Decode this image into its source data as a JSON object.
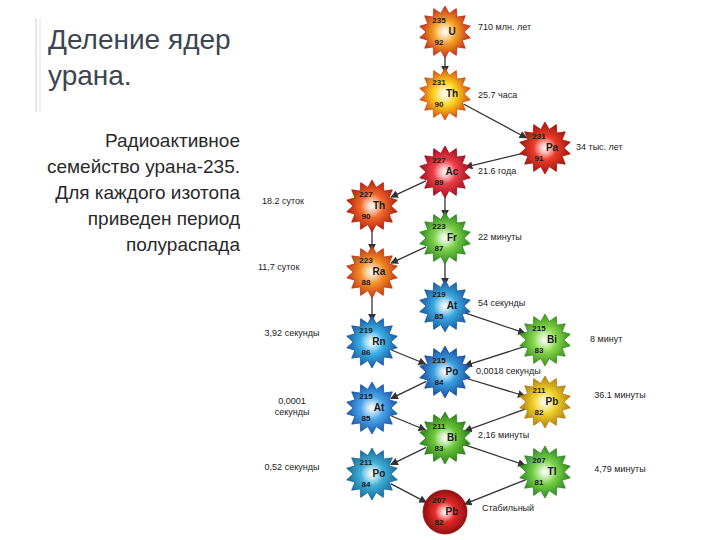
{
  "diagram": {
    "title": "Деление ядер урана.",
    "caption": "Радиоактивное семейство урана-235. Для каждого изотопа приведен период полураспада",
    "nodes": [
      {
        "text": [
          "235",
          "U",
          "92"
        ]
      },
      {
        "text": [
          "231",
          "Th",
          "90"
        ]
      },
      {
        "text": [
          "231",
          "Pa",
          "91"
        ]
      },
      {
        "text": [
          "227",
          "Ac",
          "89"
        ]
      },
      {
        "text": [
          "227",
          "Th",
          "90"
        ]
      },
      {
        "text": [
          "223",
          "Fr",
          "87"
        ]
      },
      {
        "text": [
          "223",
          "Ra",
          "88"
        ]
      },
      {
        "text": [
          "219",
          "At",
          "85"
        ]
      },
      {
        "text": [
          "219",
          "Rn",
          "86"
        ]
      },
      {
        "text": [
          "215",
          "Bi",
          "83"
        ]
      },
      {
        "text": [
          "215",
          "Po",
          "84"
        ]
      },
      {
        "text": [
          "215",
          "At",
          "85"
        ]
      },
      {
        "text": [
          "211",
          "Pb",
          "82"
        ]
      },
      {
        "text": [
          "211",
          "Bi",
          "83"
        ]
      },
      {
        "text": [
          "211",
          "Po",
          "84"
        ]
      },
      {
        "text": [
          "207",
          "Tl",
          "81"
        ]
      },
      {
        "text": [
          "207",
          "Pb",
          "82"
        ]
      }
    ],
    "edges": [
      {
        "from": 0,
        "to": 1,
        "arrow": "to"
      },
      {
        "from": 1,
        "to": 2,
        "arrow": "to"
      },
      {
        "from": 2,
        "to": 3,
        "arrow": "to"
      },
      {
        "from": 3,
        "to": 4,
        "arrow": "to"
      },
      {
        "from": 3,
        "to": 5,
        "arrow": "to"
      },
      {
        "from": 4,
        "to": 6,
        "arrow": "to"
      },
      {
        "from": 5,
        "to": 6,
        "arrow": "to"
      },
      {
        "from": 5,
        "to": 7,
        "arrow": "to"
      },
      {
        "from": 6,
        "to": 8,
        "arrow": "to"
      },
      {
        "from": 7,
        "to": 9,
        "arrow": "to"
      },
      {
        "from": 8,
        "to": 10,
        "arrow": "to"
      },
      {
        "from": 9,
        "to": 10,
        "arrow": "to"
      },
      {
        "from": 10,
        "to": 11,
        "arrow": "to"
      },
      {
        "from": 10,
        "to": 12,
        "arrow": "to"
      },
      {
        "from": 11,
        "to": 13,
        "arrow": "to"
      },
      {
        "from": 12,
        "to": 13,
        "arrow": "to"
      },
      {
        "from": 13,
        "to": 14,
        "arrow": "to"
      },
      {
        "from": 13,
        "to": 15,
        "arrow": "to"
      },
      {
        "from": 14,
        "to": 16,
        "arrow": "to"
      },
      {
        "from": 15,
        "to": 16,
        "arrow": "to"
      }
    ],
    "labels": [
      "710 млн. лет",
      "25.7 часа",
      "34 тыс. лет",
      "21.6 года",
      "18.2 суток",
      "22 минуты",
      "11,7 суток",
      "54 секунды",
      "3,92 секунды",
      "8 минут",
      "0,0018 секунды",
      "0,0001 секунды",
      "36.1 минуты",
      "2,16 минуты",
      "0,52 секунды",
      "4,79 минуты",
      "Стабильный"
    ]
  }
}
